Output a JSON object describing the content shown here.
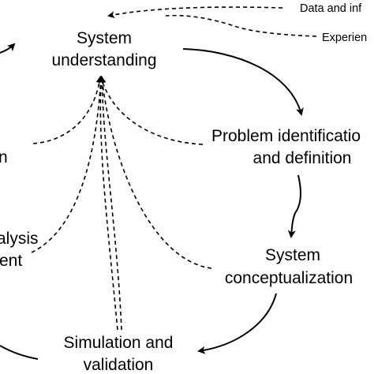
{
  "nodes": {
    "system_understanding": {
      "line1": "System",
      "line2": "understanding"
    },
    "problem_identification": {
      "line1": "Problem identificatio",
      "line2": "and definition"
    },
    "system_conceptualization": {
      "line1": "System",
      "line2": "conceptualization"
    },
    "simulation_validation": {
      "line1": "Simulation and",
      "line2": "validation"
    },
    "left_node_upper": {
      "line1": "n"
    },
    "left_node_middle": {
      "line1": "alysis",
      "line2": "ent"
    }
  },
  "inputs": {
    "data_and_information": "Data and inf",
    "experience": "Experien"
  },
  "colors": {
    "ink": "#000000",
    "background": "#ffffff"
  }
}
